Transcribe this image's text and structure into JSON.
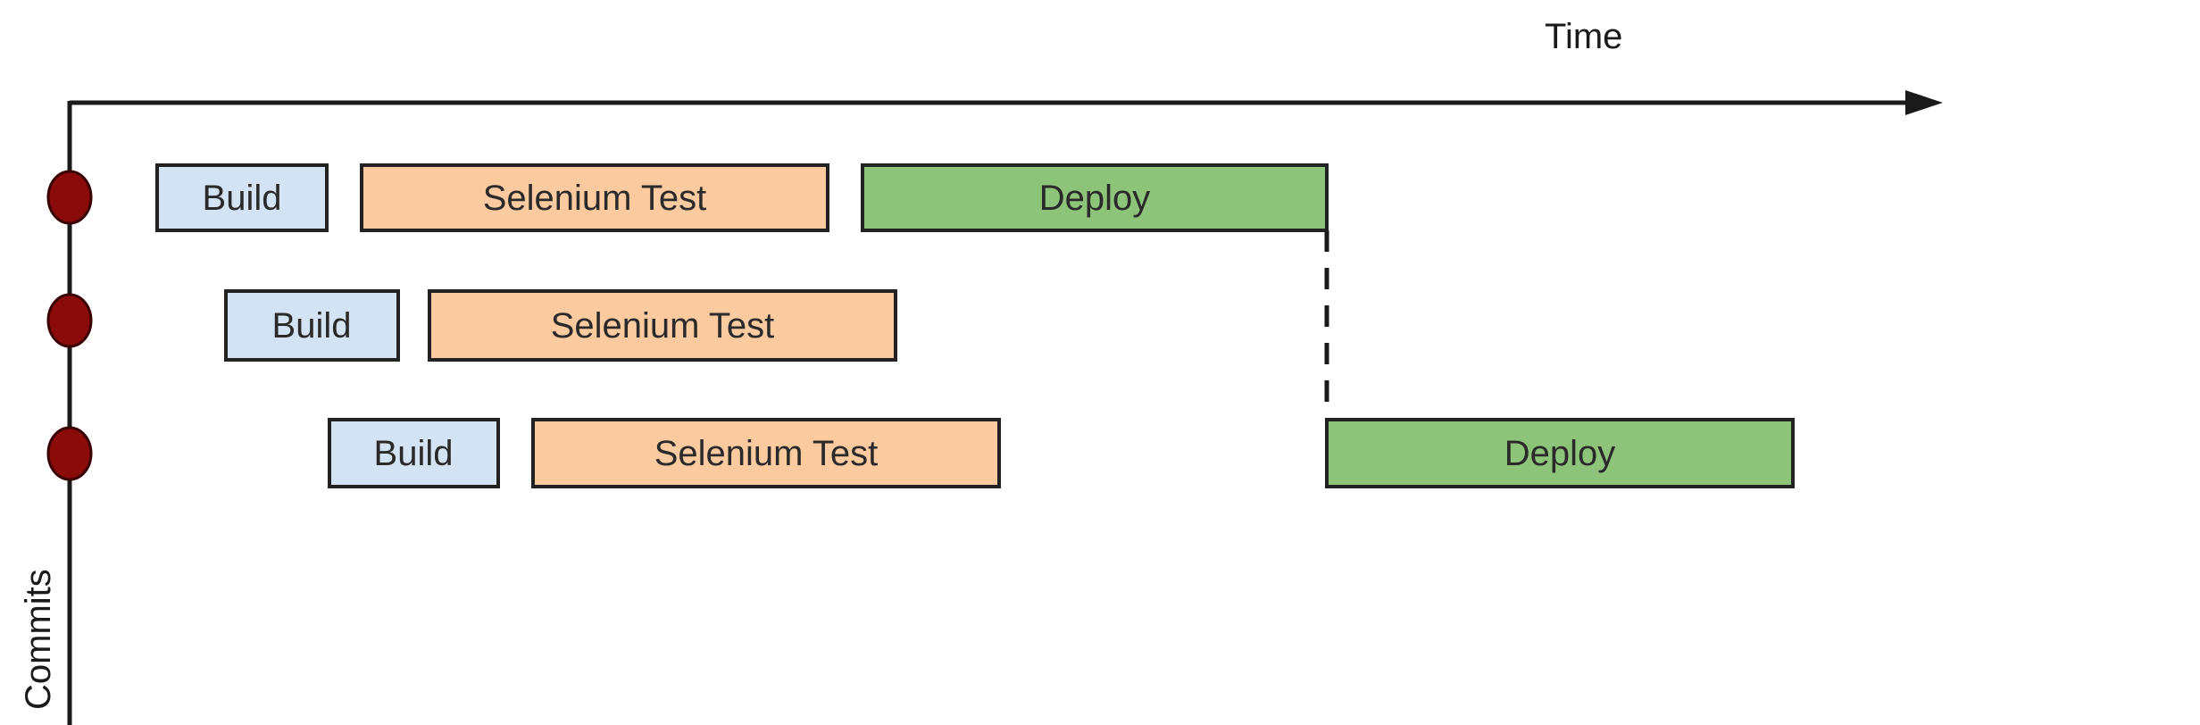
{
  "axes": {
    "x_label": "Time",
    "y_label": "Commits"
  },
  "colors": {
    "build": "#d3e3f3",
    "test": "#fbcb9f",
    "deploy": "#8ec47a",
    "commit": "#8b0a0a"
  },
  "commits": [
    {
      "stages": [
        {
          "type": "build",
          "label": "Build"
        },
        {
          "type": "test",
          "label": "Selenium Test"
        },
        {
          "type": "deploy",
          "label": "Deploy"
        }
      ]
    },
    {
      "stages": [
        {
          "type": "build",
          "label": "Build"
        },
        {
          "type": "test",
          "label": "Selenium Test"
        }
      ]
    },
    {
      "stages": [
        {
          "type": "build",
          "label": "Build"
        },
        {
          "type": "test",
          "label": "Selenium Test"
        },
        {
          "type": "deploy",
          "label": "Deploy"
        }
      ]
    }
  ]
}
